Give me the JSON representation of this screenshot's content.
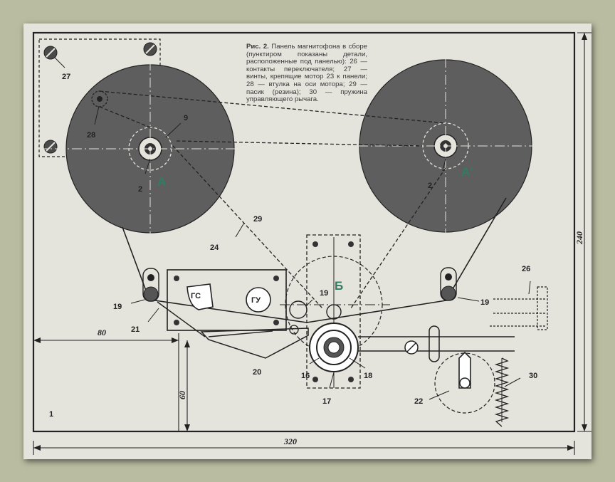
{
  "caption": {
    "lead": "Рис. 2.",
    "text": "Панель магнитофона в сборе (пунктиром показаны детали, расположенные под панелью): 26 — контакты переключателя; 27 — винты, крепящие мотор 23 к панели; 28 — втулка на оси мотора; 29 — пасик (резина); 30 — пружина управляющего рычага."
  },
  "reels": {
    "left_letter": "А",
    "right_letter": "А'",
    "center_letter": "Б",
    "color": "#2f7d62"
  },
  "parts": {
    "head_gs": "ГС",
    "head_gu": "ГУ",
    "n1": "1",
    "n2a": "2",
    "n2b": "2",
    "n9": "9",
    "n16": "16",
    "n17": "17",
    "n18": "18",
    "n19a": "19",
    "n19b": "19",
    "n19c": "19",
    "n20": "20",
    "n21": "21",
    "n22": "22",
    "n24": "24",
    "n26": "26",
    "n27": "27",
    "n28": "28",
    "n29": "29",
    "n30": "30"
  },
  "dimensions": {
    "width": "320",
    "height": "240",
    "left_offset": "80",
    "bottom_offset": "60"
  },
  "colors": {
    "paper": "#e4e3dc",
    "background": "#b9bca0",
    "ink": "#222222",
    "reel_fill": "#5e5e5e"
  }
}
